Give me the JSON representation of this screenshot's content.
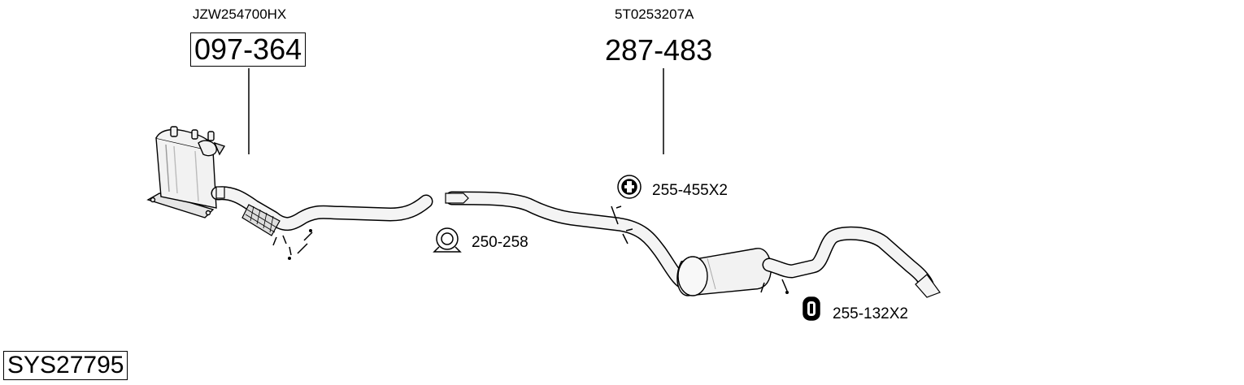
{
  "parts": {
    "dpf": {
      "oem": "JZW254700HX",
      "number": "097-364"
    },
    "rear_system": {
      "oem": "5T0253207A",
      "number": "287-483"
    }
  },
  "accessories": {
    "clamp": {
      "number": "250-258",
      "icon": "clamp-icon"
    },
    "hanger_round": {
      "number": "255-455X2",
      "icon": "rubber-hanger-icon"
    },
    "hanger_oval": {
      "number": "255-132X2",
      "icon": "rubber-mount-icon"
    }
  },
  "system_id": "SYS27795"
}
